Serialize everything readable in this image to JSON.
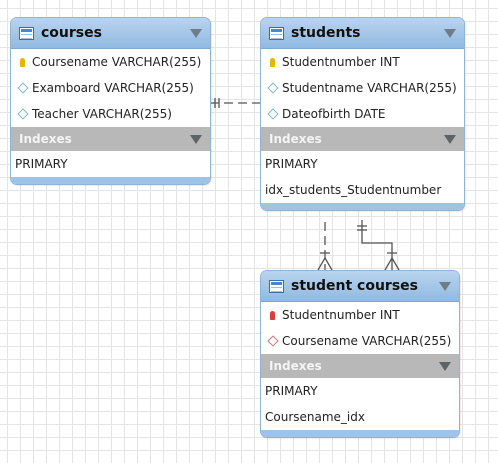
{
  "tables": {
    "courses": {
      "title": "courses",
      "columns": [
        {
          "label": "Coursename VARCHAR(255)",
          "icon": "primary-key-icon"
        },
        {
          "label": "Examboard VARCHAR(255)",
          "icon": "column-diamond-icon"
        },
        {
          "label": "Teacher VARCHAR(255)",
          "icon": "column-diamond-icon"
        }
      ],
      "indexes_label": "Indexes",
      "indexes": [
        "PRIMARY"
      ]
    },
    "students": {
      "title": "students",
      "columns": [
        {
          "label": "Studentnumber INT",
          "icon": "primary-key-icon"
        },
        {
          "label": "Studentname VARCHAR(255)",
          "icon": "column-diamond-icon"
        },
        {
          "label": "Dateofbirth DATE",
          "icon": "column-diamond-icon"
        }
      ],
      "indexes_label": "Indexes",
      "indexes": [
        "PRIMARY",
        "idx_students_Studentnumber"
      ]
    },
    "student_courses": {
      "title": "student courses",
      "columns": [
        {
          "label": "Studentnumber INT",
          "icon": "foreign-key-icon"
        },
        {
          "label": "Coursename VARCHAR(255)",
          "icon": "foreign-key-diamond-icon"
        }
      ],
      "indexes_label": "Indexes",
      "indexes": [
        "PRIMARY",
        "Coursename_idx"
      ]
    }
  },
  "colors": {
    "header_gradient_top": "#b9d4ee",
    "header_gradient_bottom": "#91b9e1",
    "indexes_bar": "#b8b8b8",
    "footer_bar": "#9ec3e6",
    "primary_key": "#e8b400",
    "foreign_key": "#d84040",
    "connector": "#555555"
  }
}
